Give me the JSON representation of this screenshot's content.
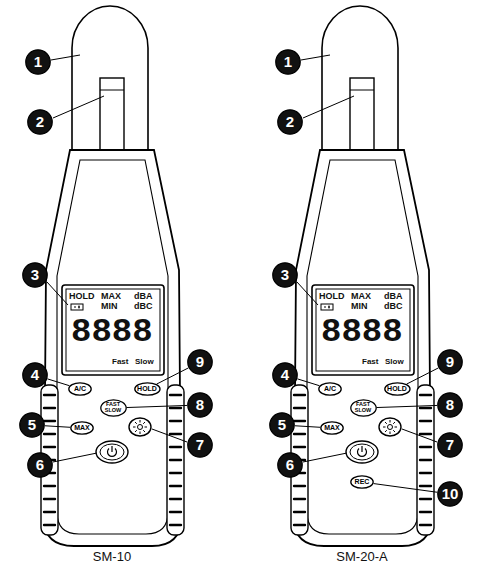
{
  "diagram": {
    "nodes": [
      {
        "text": [
          "1"
        ]
      },
      {
        "text": [
          "2"
        ]
      },
      {
        "text": [
          "3"
        ]
      },
      {
        "text": [
          "4"
        ]
      },
      {
        "text": [
          "5"
        ]
      },
      {
        "text": [
          "6"
        ]
      },
      {
        "text": [
          "7"
        ]
      },
      {
        "text": [
          "8"
        ]
      },
      {
        "text": [
          "9"
        ]
      },
      {
        "text": [
          "A/C"
        ]
      },
      {
        "text": [
          "HOLD"
        ]
      },
      {
        "text": [
          "FAST SLOW"
        ]
      },
      {
        "text": [
          "MAX"
        ]
      },
      {
        "text": [
          "1"
        ]
      },
      {
        "text": [
          "2"
        ]
      },
      {
        "text": [
          "3"
        ]
      },
      {
        "text": [
          "4"
        ]
      },
      {
        "text": [
          "5"
        ]
      },
      {
        "text": [
          "6"
        ]
      },
      {
        "text": [
          "7"
        ]
      },
      {
        "text": [
          "8"
        ]
      },
      {
        "text": [
          "9"
        ]
      },
      {
        "text": [
          "10"
        ]
      },
      {
        "text": [
          "A/C"
        ]
      },
      {
        "text": [
          "HOLD"
        ]
      },
      {
        "text": [
          "FAST SLOW"
        ]
      },
      {
        "text": [
          "MAX"
        ]
      },
      {
        "text": [
          "REC"
        ]
      }
    ],
    "edges": [
      {
        "from": 3,
        "to": 9,
        "arrow": "none"
      },
      {
        "from": 4,
        "to": 12,
        "arrow": "none"
      },
      {
        "from": 7,
        "to": 11,
        "arrow": "none"
      },
      {
        "from": 8,
        "to": 10,
        "arrow": "none"
      },
      {
        "from": 16,
        "to": 23,
        "arrow": "none"
      },
      {
        "from": 17,
        "to": 26,
        "arrow": "none"
      },
      {
        "from": 20,
        "to": 25,
        "arrow": "none"
      },
      {
        "from": 21,
        "to": 24,
        "arrow": "none"
      },
      {
        "from": 22,
        "to": 27,
        "arrow": "none"
      }
    ],
    "labels": [
      "HOLD",
      "MAX",
      "dBA",
      "MIN",
      "dBC",
      "8888",
      "Fast",
      "Slow",
      "HOLD",
      "MAX",
      "dBA",
      "MIN",
      "dBC",
      "8888",
      "Fast",
      "Slow",
      "SM-10",
      "SM-20-A"
    ]
  }
}
